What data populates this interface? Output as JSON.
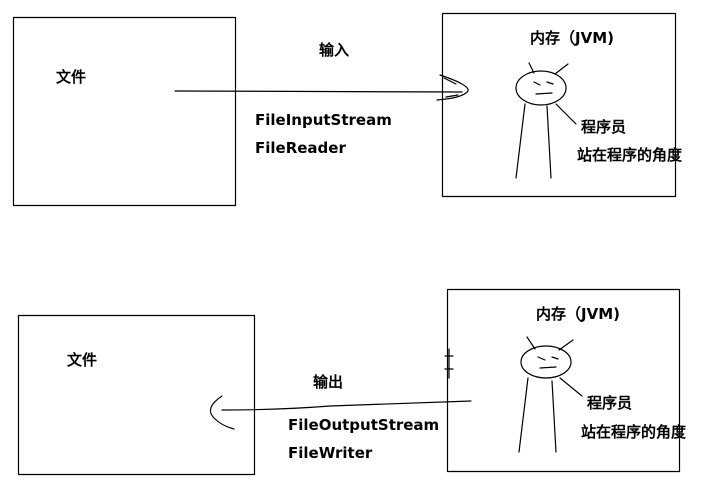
{
  "top": {
    "file_label": "文件",
    "direction_label": "输入",
    "stream_primary": "FileInputStream",
    "stream_secondary": "FileReader",
    "memory_label": "内存（JVM)",
    "programmer_label": "程序员",
    "perspective_label": "站在程序的角度"
  },
  "bottom": {
    "file_label": "文件",
    "direction_label": "输出",
    "stream_primary": "FileOutputStream",
    "stream_secondary": "FileWriter",
    "memory_label": "内存（JVM)",
    "programmer_label": "程序员",
    "perspective_label": "站在程序的角度"
  },
  "colors": {
    "stroke": "#000000",
    "background": "#ffffff"
  }
}
